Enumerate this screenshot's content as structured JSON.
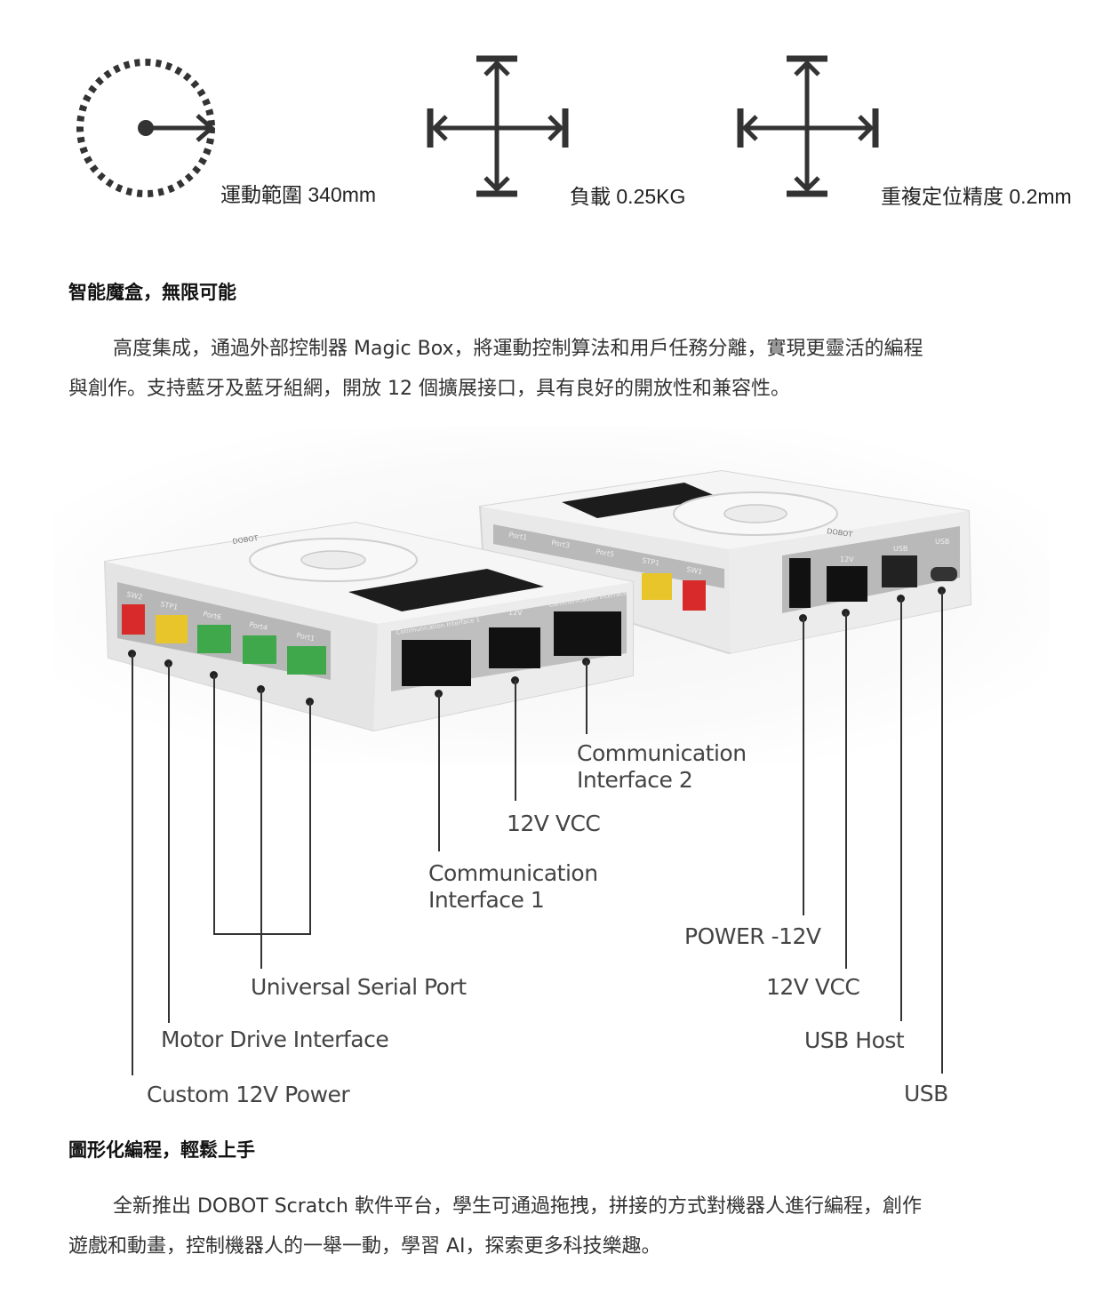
{
  "specs": [
    {
      "icon": "rotation-range-icon",
      "label": "運動範圍 340mm"
    },
    {
      "icon": "payload-cross-arrows-icon",
      "label": "負載 0.25KG"
    },
    {
      "icon": "repeatability-cross-arrows-icon",
      "label": "重複定位精度 0.2mm"
    }
  ],
  "section1": {
    "heading": "智能魔盒，無限可能",
    "lines": [
      "高度集成，通過外部控制器 Magic Box，將運動控制算法和用戶任務分離，實現更靈活的編程",
      "與創作。支持藍牙及藍牙組網，開放 12 個擴展接口，具有良好的開放性和兼容性。"
    ]
  },
  "device": {
    "front_port_labels": [
      "SW2",
      "STP1",
      "Port6",
      "Port4",
      "Port1"
    ],
    "front_top_labels": [
      "Communication Interface 1",
      "12V",
      "Communication Interface 2"
    ],
    "back_port_labels": [
      "Port1",
      "Port3",
      "Port5",
      "STP1",
      "SW1"
    ],
    "back_side_labels": [
      "12V",
      "USB",
      "USB"
    ],
    "brand": "DOBOT"
  },
  "callouts": {
    "comm2_line1": "Communication",
    "comm2_line2": "Interface 2",
    "vcc_front": "12V VCC",
    "comm1_line1": "Communication",
    "comm1_line2": "Interface 1",
    "power": "POWER -12V",
    "serial": "Universal Serial Port",
    "vcc_back": "12V VCC",
    "motor": "Motor Drive Interface",
    "usb_host": "USB Host",
    "custom_power": "Custom 12V Power",
    "usb": "USB"
  },
  "section2": {
    "heading": "圖形化編程，輕鬆上手",
    "lines": [
      "全新推出 DOBOT Scratch 軟件平台，學生可通過拖拽，拼接的方式對機器人進行編程，創作",
      "遊戲和動畫，控制機器人的一舉一動，學習 AI，探索更多科技樂趣。"
    ]
  },
  "colors": {
    "port_red": "#d82a2a",
    "port_yellow": "#e8c52a",
    "port_green": "#3fa84a",
    "device_white": "#f0f0f0",
    "screen_dark": "#1c1c1c"
  }
}
